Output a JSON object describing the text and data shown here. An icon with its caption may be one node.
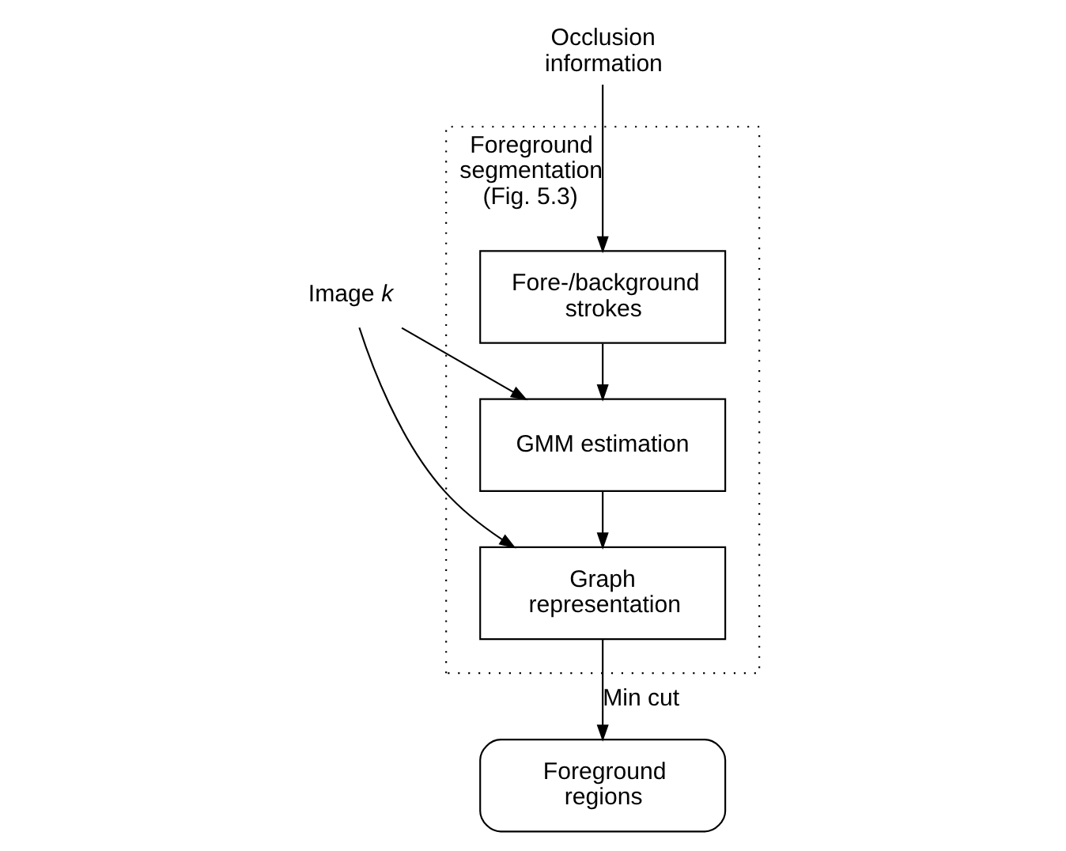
{
  "diagram": {
    "nodes": [
      {
        "text": [
          "Foreground segmentation (Fig. 5.3)"
        ]
      },
      {
        "text": [
          "Image *k*"
        ]
      },
      {
        "text": [
          "Occlusion information"
        ]
      },
      {
        "text": [
          "Fore-/background strokes"
        ],
        "in": 0
      },
      {
        "text": [
          "GMM estimation"
        ],
        "in": 0
      },
      {
        "text": [
          "Graph representation"
        ],
        "in": 0
      },
      {
        "text": [
          "Foreground regions"
        ]
      }
    ],
    "edges": [
      {
        "from": 2,
        "to": 3,
        "arrow": "to"
      },
      {
        "from": 3,
        "to": 4,
        "arrow": "to"
      },
      {
        "from": 4,
        "to": 5,
        "arrow": "to"
      },
      {
        "from": 1,
        "to": 4,
        "arrow": "to"
      },
      {
        "from": 1,
        "to": 5,
        "arrow": "to"
      },
      {
        "from": 5,
        "to": 6,
        "arrow": "to",
        "label": "Min cut"
      }
    ]
  }
}
